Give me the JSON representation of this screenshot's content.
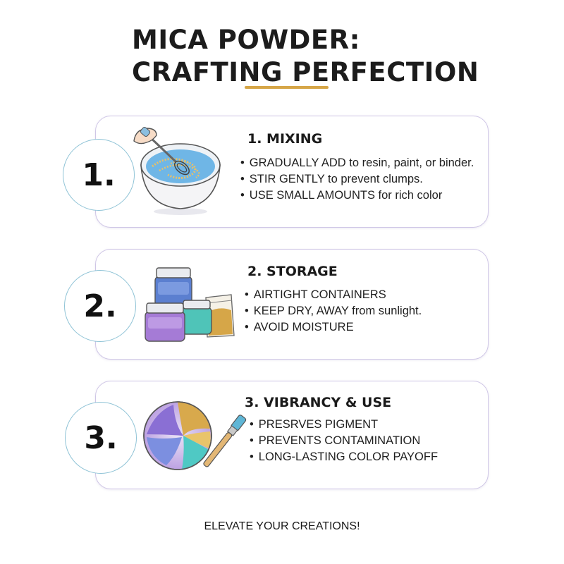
{
  "title": {
    "line1": "MICA POWDER:",
    "line2": "CRAFTING PERFECTION"
  },
  "colors": {
    "accent": "#d6a648",
    "card_border": "#cfc6e6",
    "circle_border": "#8fc3d6"
  },
  "steps": [
    {
      "number": "1.",
      "title": "1. MIXING",
      "illustration": "whisk-bowl-icon",
      "bullets": [
        "GRADUALLY ADD to resin, paint, or binder.",
        "STIR GENTLY to prevent clumps.",
        "USE SMALL AMOUNTS for rich color"
      ]
    },
    {
      "number": "2.",
      "title": "2. STORAGE",
      "illustration": "jars-and-bag-icon",
      "bullets": [
        "AIRTIGHT CONTAINERS",
        "KEEP DRY, AWAY from sunlight.",
        "AVOID MOISTURE"
      ]
    },
    {
      "number": "3.",
      "title": "3. VIBRANCY & USE",
      "illustration": "coaster-and-brush-icon",
      "bullets": [
        "PRESRVES PIGMENT",
        "PREVENTS CONTAMINATION",
        "LONG-LASTING COLOR PAYOFF"
      ]
    }
  ],
  "footer": "ELEVATE YOUR CREATIONS!"
}
